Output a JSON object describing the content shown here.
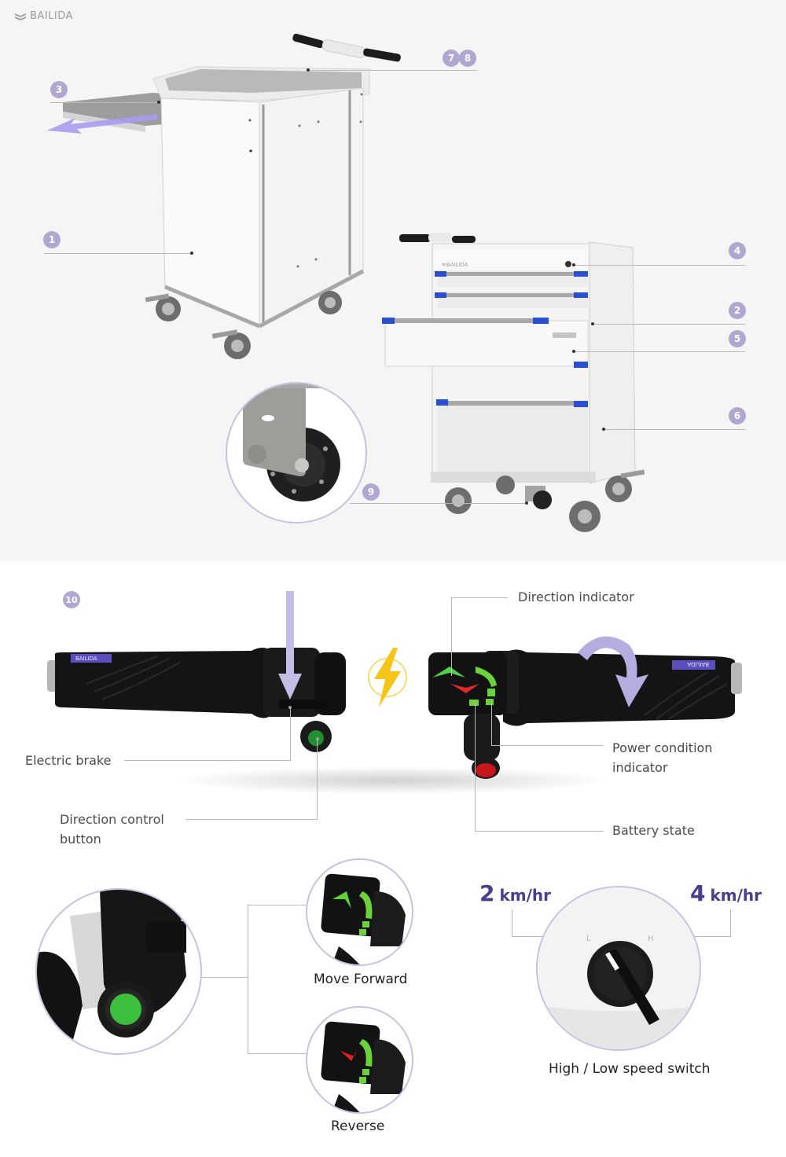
{
  "brand": {
    "name": "BAILIDA",
    "icon": "bailida-logo-icon"
  },
  "colors": {
    "badge": "#b0a8d0",
    "accent_purple": "#4a3f8c",
    "drawer_handle_blue": "#2b4fd0",
    "indicator_green": "#6bd23c",
    "indicator_red": "#e02020",
    "bolt_yellow": "#f5c518",
    "leader_line": "#b8b8c0"
  },
  "cart_callouts": [
    {
      "number": "1",
      "target": "side-panel"
    },
    {
      "number": "2",
      "target": "frame-column"
    },
    {
      "number": "3",
      "target": "pull-out-tray"
    },
    {
      "number": "4",
      "target": "lock"
    },
    {
      "number": "5",
      "target": "drawer-slide"
    },
    {
      "number": "6",
      "target": "side-panel-right"
    },
    {
      "number": "7",
      "target": "handle"
    },
    {
      "number": "8",
      "target": "worktop"
    },
    {
      "number": "9",
      "target": "drive-wheel"
    }
  ],
  "handle_section": {
    "number": "10",
    "labels": {
      "electric_brake": "Electric brake",
      "direction_control_button": "Direction control button",
      "direction_indicator": "Direction indicator",
      "power_condition_indicator": "Power condition indicator",
      "battery_state": "Battery state"
    },
    "grip_brand": "BAILIDA"
  },
  "direction_modes": {
    "forward": "Move Forward",
    "reverse": "Reverse"
  },
  "speed_switch": {
    "low": {
      "value": "2",
      "unit": "km/hr",
      "mark": "L"
    },
    "high": {
      "value": "4",
      "unit": "km/hr",
      "mark": "H"
    },
    "caption": "High / Low speed switch"
  }
}
